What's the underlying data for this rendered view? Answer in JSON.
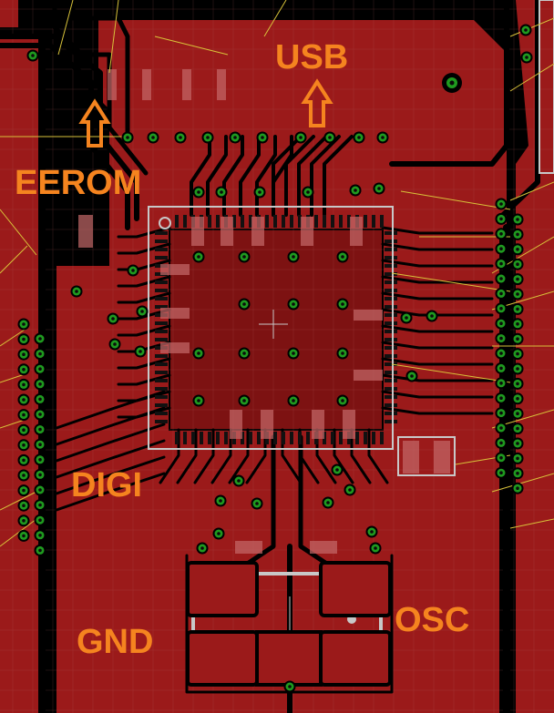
{
  "labels": {
    "usb": "USB",
    "eerom": "EEROM",
    "digi": "DIGI",
    "gnd": "GND",
    "osc": "OSC"
  },
  "colors": {
    "background": "#000000",
    "copper": "#9b1a1a",
    "copper_dark": "#7d1212",
    "grid": "#b05a5a",
    "via_ring": "#1f9a1f",
    "via_hole": "#0b0b0b",
    "pad": "#c46a6a",
    "silkscreen": "#c8c8c8",
    "label": "#f5841f",
    "ratsnest": "#d8c23a"
  },
  "icons": {
    "usb_arrow": "up-arrow-icon",
    "eerom_arrow": "up-arrow-icon"
  }
}
